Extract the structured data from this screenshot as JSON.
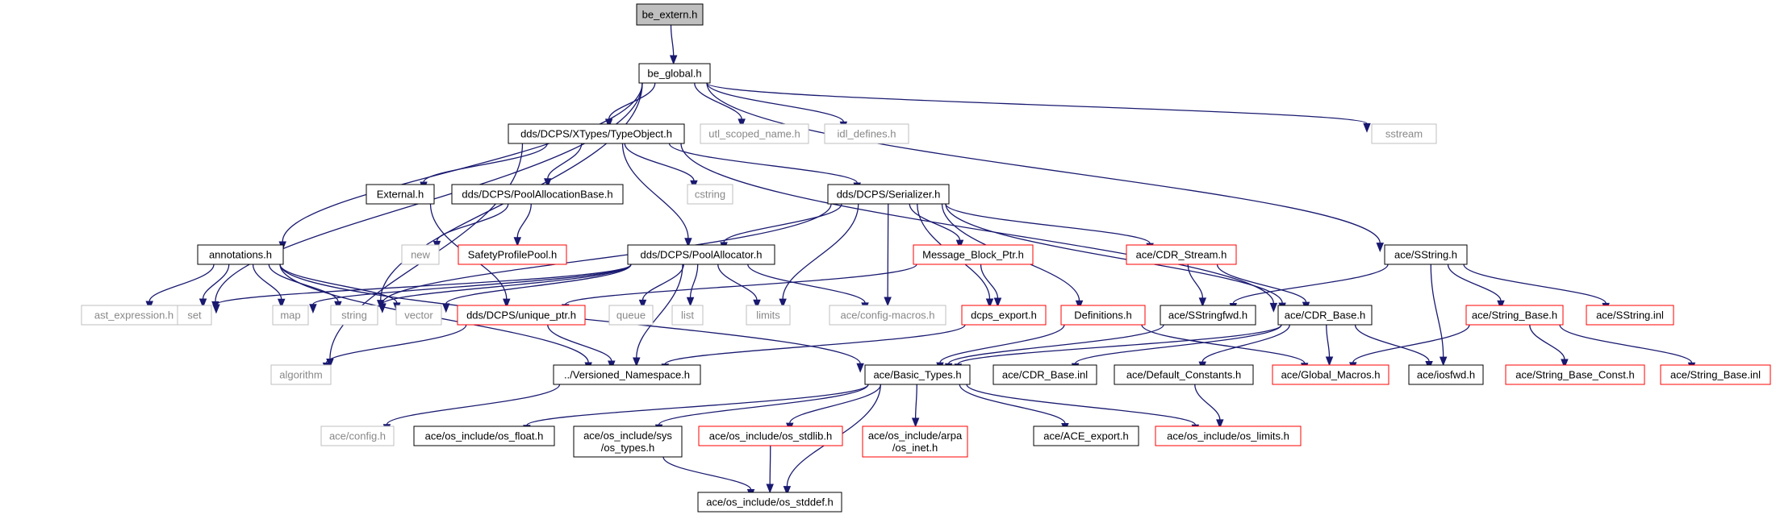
{
  "colors": {
    "edge": "#191970",
    "border_normal": "#000000",
    "border_truncated": "#ff0000",
    "border_external": "#bfbfbf",
    "root_fill": "#bfbfbf",
    "text_normal": "#000000",
    "text_external": "#888888"
  },
  "nodes": [
    {
      "id": "be_extern",
      "label": "be_extern.h",
      "style": "root"
    },
    {
      "id": "be_global",
      "label": "be_global.h",
      "style": "normal"
    },
    {
      "id": "typeobject",
      "label": "dds/DCPS/XTypes/TypeObject.h",
      "style": "normal"
    },
    {
      "id": "utl_scoped",
      "label": "utl_scoped_name.h",
      "style": "external"
    },
    {
      "id": "idl_defines",
      "label": "idl_defines.h",
      "style": "external"
    },
    {
      "id": "sstream",
      "label": "sstream",
      "style": "external"
    },
    {
      "id": "external",
      "label": "External.h",
      "style": "normal"
    },
    {
      "id": "poolallocbase",
      "label": "dds/DCPS/PoolAllocationBase.h",
      "style": "normal"
    },
    {
      "id": "cstring",
      "label": "cstring",
      "style": "external"
    },
    {
      "id": "serializer",
      "label": "dds/DCPS/Serializer.h",
      "style": "normal"
    },
    {
      "id": "annotations",
      "label": "annotations.h",
      "style": "normal"
    },
    {
      "id": "new",
      "label": "new",
      "style": "external"
    },
    {
      "id": "safetypool",
      "label": "SafetyProfilePool.h",
      "style": "truncated"
    },
    {
      "id": "poolallocator",
      "label": "dds/DCPS/PoolAllocator.h",
      "style": "normal"
    },
    {
      "id": "msgblock",
      "label": "Message_Block_Ptr.h",
      "style": "truncated"
    },
    {
      "id": "cdrstream",
      "label": "ace/CDR_Stream.h",
      "style": "truncated"
    },
    {
      "id": "asstring",
      "label": "ace/SString.h",
      "style": "normal"
    },
    {
      "id": "ast_expr",
      "label": "ast_expression.h",
      "style": "external"
    },
    {
      "id": "set",
      "label": "set",
      "style": "external"
    },
    {
      "id": "map",
      "label": "map",
      "style": "external"
    },
    {
      "id": "string",
      "label": "string",
      "style": "external"
    },
    {
      "id": "vector",
      "label": "vector",
      "style": "external"
    },
    {
      "id": "uniqueptr",
      "label": "dds/DCPS/unique_ptr.h",
      "style": "truncated"
    },
    {
      "id": "queue",
      "label": "queue",
      "style": "external"
    },
    {
      "id": "list",
      "label": "list",
      "style": "external"
    },
    {
      "id": "limits",
      "label": "limits",
      "style": "external"
    },
    {
      "id": "configmacros",
      "label": "ace/config-macros.h",
      "style": "external"
    },
    {
      "id": "dcpsexport",
      "label": "dcps_export.h",
      "style": "truncated"
    },
    {
      "id": "definitions",
      "label": "Definitions.h",
      "style": "truncated"
    },
    {
      "id": "sstringfwd",
      "label": "ace/SStringfwd.h",
      "style": "normal"
    },
    {
      "id": "cdrbase",
      "label": "ace/CDR_Base.h",
      "style": "normal"
    },
    {
      "id": "stringbase",
      "label": "ace/String_Base.h",
      "style": "truncated"
    },
    {
      "id": "sstringinl",
      "label": "ace/SString.inl",
      "style": "truncated"
    },
    {
      "id": "algorithm",
      "label": "algorithm",
      "style": "external"
    },
    {
      "id": "versioned",
      "label": "../Versioned_Namespace.h",
      "style": "normal"
    },
    {
      "id": "basictypes",
      "label": "ace/Basic_Types.h",
      "style": "normal"
    },
    {
      "id": "cdrbaseinl",
      "label": "ace/CDR_Base.inl",
      "style": "normal"
    },
    {
      "id": "defconst",
      "label": "ace/Default_Constants.h",
      "style": "normal"
    },
    {
      "id": "globalmacros",
      "label": "ace/Global_Macros.h",
      "style": "truncated"
    },
    {
      "id": "iosfwd",
      "label": "ace/iosfwd.h",
      "style": "normal"
    },
    {
      "id": "sbconst",
      "label": "ace/String_Base_Const.h",
      "style": "truncated"
    },
    {
      "id": "sbinl",
      "label": "ace/String_Base.inl",
      "style": "truncated"
    },
    {
      "id": "config",
      "label": "ace/config.h",
      "style": "external"
    },
    {
      "id": "osfloat",
      "label": "ace/os_include/os_float.h",
      "style": "normal"
    },
    {
      "id": "ostypes",
      "label": [
        "ace/os_include/sys",
        "/os_types.h"
      ],
      "style": "normal"
    },
    {
      "id": "osstdlib",
      "label": "ace/os_include/os_stdlib.h",
      "style": "truncated"
    },
    {
      "id": "osinet",
      "label": [
        "ace/os_include/arpa",
        "/os_inet.h"
      ],
      "style": "truncated"
    },
    {
      "id": "aceexport",
      "label": "ace/ACE_export.h",
      "style": "normal"
    },
    {
      "id": "oslimits",
      "label": "ace/os_include/os_limits.h",
      "style": "truncated"
    },
    {
      "id": "osstddef",
      "label": "ace/os_include/os_stddef.h",
      "style": "normal"
    }
  ],
  "edges": [
    [
      "be_extern",
      "be_global"
    ],
    [
      "be_global",
      "typeobject"
    ],
    [
      "be_global",
      "utl_scoped"
    ],
    [
      "be_global",
      "idl_defines"
    ],
    [
      "be_global",
      "sstream"
    ],
    [
      "be_global",
      "annotations"
    ],
    [
      "be_global",
      "asstring"
    ],
    [
      "be_global",
      "set"
    ],
    [
      "be_global",
      "string"
    ],
    [
      "typeobject",
      "external"
    ],
    [
      "typeobject",
      "poolallocbase"
    ],
    [
      "typeobject",
      "cstring"
    ],
    [
      "typeobject",
      "serializer"
    ],
    [
      "typeobject",
      "poolallocator"
    ],
    [
      "typeobject",
      "cdrbase"
    ],
    [
      "typeobject",
      "algorithm"
    ],
    [
      "external",
      "uniqueptr"
    ],
    [
      "poolallocbase",
      "new"
    ],
    [
      "poolallocbase",
      "safetypool"
    ],
    [
      "serializer",
      "poolallocator"
    ],
    [
      "serializer",
      "msgblock"
    ],
    [
      "serializer",
      "cdrstream"
    ],
    [
      "serializer",
      "limits"
    ],
    [
      "serializer",
      "configmacros"
    ],
    [
      "serializer",
      "dcpsexport"
    ],
    [
      "serializer",
      "definitions"
    ],
    [
      "serializer",
      "cdrbase"
    ],
    [
      "serializer",
      "string"
    ],
    [
      "annotations",
      "ast_expr"
    ],
    [
      "annotations",
      "set"
    ],
    [
      "annotations",
      "map"
    ],
    [
      "annotations",
      "string"
    ],
    [
      "annotations",
      "vector"
    ],
    [
      "annotations",
      "versioned"
    ],
    [
      "annotations",
      "basictypes"
    ],
    [
      "poolallocator",
      "set"
    ],
    [
      "poolallocator",
      "map"
    ],
    [
      "poolallocator",
      "string"
    ],
    [
      "poolallocator",
      "vector"
    ],
    [
      "poolallocator",
      "queue"
    ],
    [
      "poolallocator",
      "list"
    ],
    [
      "poolallocator",
      "limits"
    ],
    [
      "poolallocator",
      "configmacros"
    ],
    [
      "poolallocator",
      "versioned"
    ],
    [
      "msgblock",
      "dcpsexport"
    ],
    [
      "msgblock",
      "uniqueptr"
    ],
    [
      "cdrstream",
      "sstringfwd"
    ],
    [
      "cdrstream",
      "cdrbase"
    ],
    [
      "asstring",
      "sstringfwd"
    ],
    [
      "asstring",
      "stringbase"
    ],
    [
      "asstring",
      "sstringinl"
    ],
    [
      "asstring",
      "iosfwd"
    ],
    [
      "uniqueptr",
      "algorithm"
    ],
    [
      "uniqueptr",
      "versioned"
    ],
    [
      "dcpsexport",
      "versioned"
    ],
    [
      "definitions",
      "globalmacros"
    ],
    [
      "definitions",
      "basictypes"
    ],
    [
      "sstringfwd",
      "basictypes"
    ],
    [
      "cdrbase",
      "basictypes"
    ],
    [
      "cdrbase",
      "cdrbaseinl"
    ],
    [
      "cdrbase",
      "defconst"
    ],
    [
      "cdrbase",
      "globalmacros"
    ],
    [
      "cdrbase",
      "iosfwd"
    ],
    [
      "stringbase",
      "globalmacros"
    ],
    [
      "stringbase",
      "sbconst"
    ],
    [
      "stringbase",
      "sbinl"
    ],
    [
      "versioned",
      "config"
    ],
    [
      "basictypes",
      "osfloat"
    ],
    [
      "basictypes",
      "ostypes"
    ],
    [
      "basictypes",
      "osstdlib"
    ],
    [
      "basictypes",
      "osinet"
    ],
    [
      "basictypes",
      "aceexport"
    ],
    [
      "basictypes",
      "oslimits"
    ],
    [
      "basictypes",
      "osstddef"
    ],
    [
      "defconst",
      "oslimits"
    ],
    [
      "ostypes",
      "osstddef"
    ],
    [
      "osstdlib",
      "osstddef"
    ]
  ]
}
